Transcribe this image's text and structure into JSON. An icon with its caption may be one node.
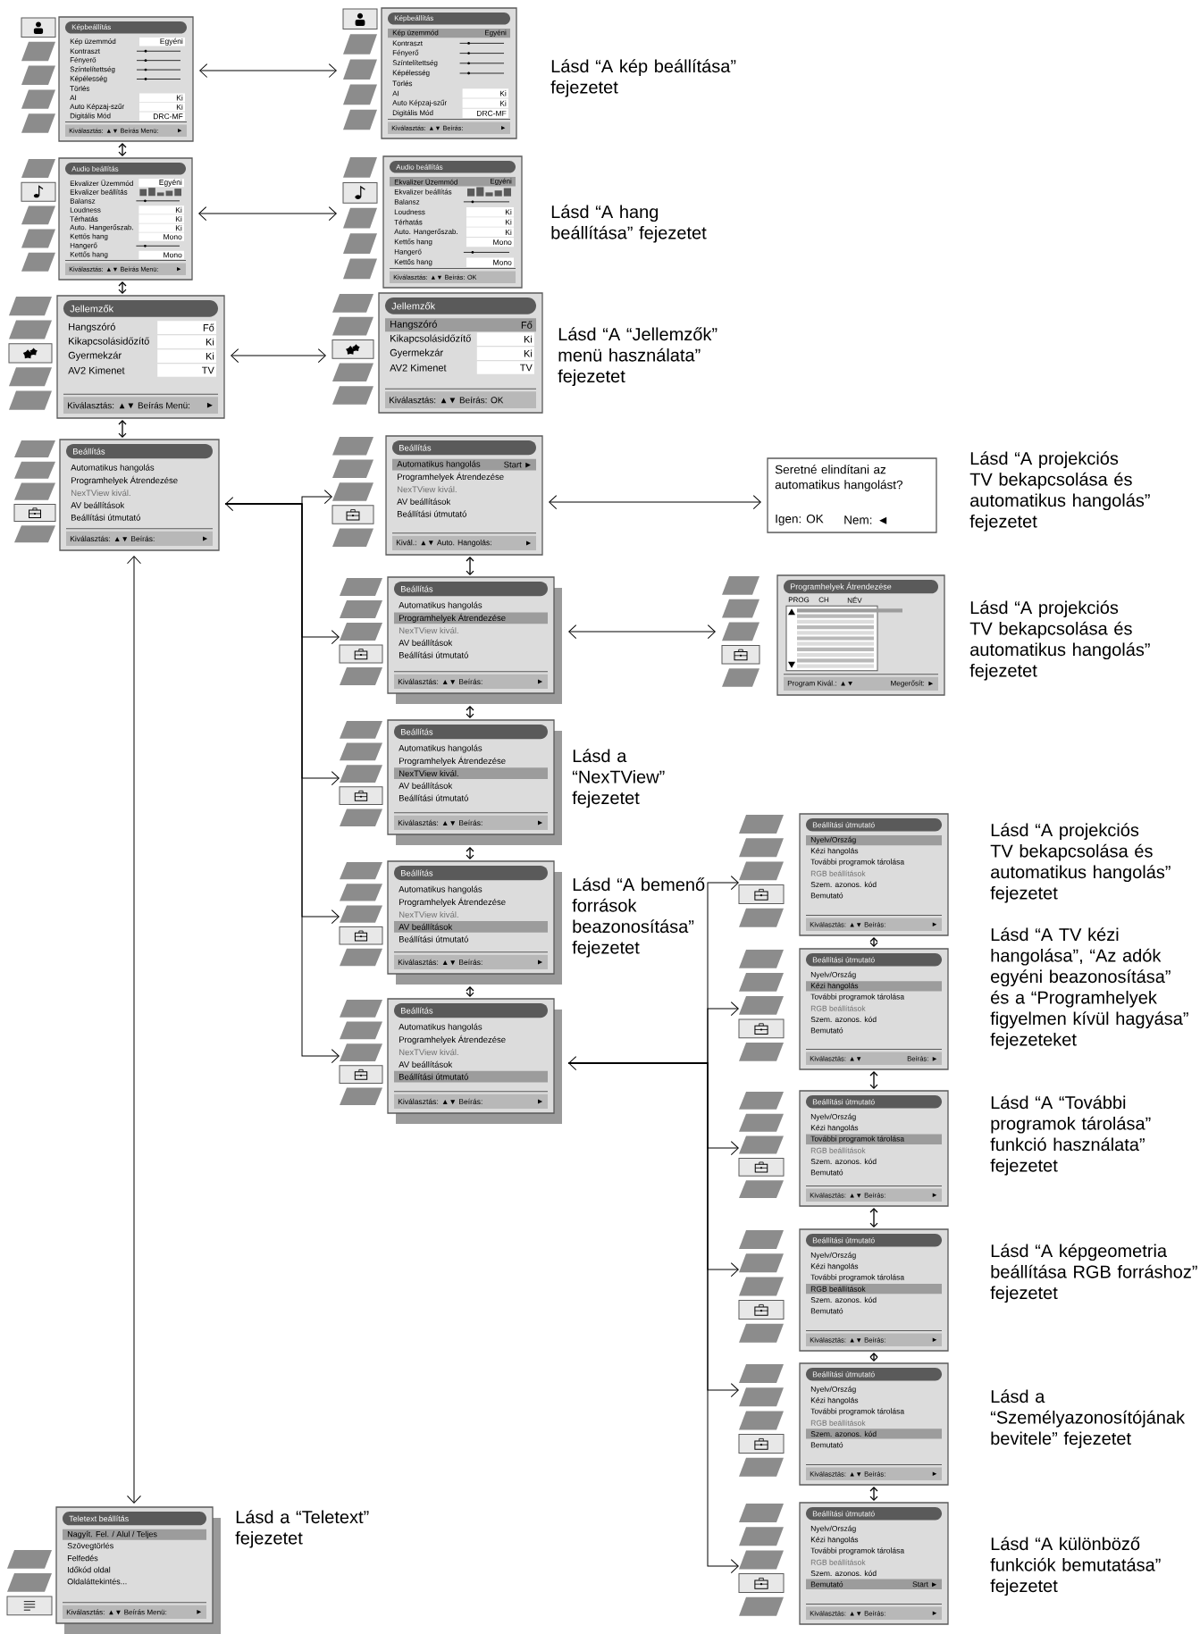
{
  "diagram": {
    "nodes": [
      {
        "text": [
          "Képbeállítás",
          "Kép üzemmód",
          "Egyéni",
          "Kontraszt",
          "Fényerő",
          "Színtelítettség",
          "Képélesség",
          "Törlés",
          "AI",
          "Ki",
          "Auto Képzaj-szűr",
          "Ki",
          "Digitális Mód",
          "DRC-MF",
          "Kiválasztás: ▲▼ Beírás Menü:",
          "►"
        ]
      },
      {
        "text": [
          "Képbeállítás",
          "Kép üzemmód",
          "Egyéni",
          "Kontraszt",
          "Fényerő",
          "Színtelítettség",
          "Képélesség",
          "Törlés",
          "AI",
          "Ki",
          "Auto Képzaj-szűr",
          "Ki",
          "Digitális Mód",
          "DRC-MF",
          "Kiválasztás: ▲▼ Beírás:",
          "►"
        ]
      },
      {
        "text": [
          "Audio beállítás",
          "Ekvalizer Üzemmód",
          "Egyéni",
          "Ekvalizer beállítás",
          "Balansz",
          "Loudness",
          "Ki",
          "Térhatás",
          "Ki",
          "Auto. Hangerőszab.",
          "Ki",
          "Kettős hang",
          "Mono",
          "Hangerő",
          "Kettős hang",
          "Mono",
          "Kiválasztás: ▲▼ Beírás Menü:",
          "►"
        ]
      },
      {
        "text": [
          "Audio beállítás",
          "Ekvalizer Üzemmód",
          "Egyéni",
          "Ekvalizer beállítás",
          "Balansz",
          "Loudness",
          "Ki",
          "Térhatás",
          "Ki",
          "Auto. Hangerőszab.",
          "Ki",
          "Kettős hang",
          "Mono",
          "Hangerő",
          "Kettős hang",
          "Mono",
          "Kiválasztás: ▲▼ Beírás: OK"
        ]
      },
      {
        "text": [
          "Jellemzők",
          "Hangszóró",
          "Fő",
          "Kikapcsolásidőzítő",
          "Ki",
          "Gyermekzár",
          "Ki",
          "AV2 Kimenet",
          "TV",
          "Kiválasztás: ▲▼ Beírás Menü:",
          "►"
        ]
      },
      {
        "text": [
          "Jellemzők",
          "Hangszóró",
          "Fő",
          "Kikapcsolásidőzítő",
          "Ki",
          "Gyermekzár",
          "Ki",
          "AV2 Kimenet",
          "TV",
          "Kiválasztás: ▲▼ Beírás: OK"
        ]
      },
      {
        "text": [
          "Beállítás",
          "Automatikus hangolás",
          "Programhelyek Átrendezése",
          "NexTView kivál.",
          "AV beállítások",
          "Beállítási útmutató",
          "Kiválasztás: ▲▼ Beírás:",
          "►"
        ]
      },
      {
        "text": [
          "Beállítás",
          "Automatikus hangolás",
          "Start ►",
          "Programhelyek Átrendezése",
          "NexTView kivál.",
          "AV beállítások",
          "Beállítási útmutató",
          "Kivál.: ▲▼ Auto. Hangolás:",
          "►"
        ]
      },
      {
        "text": [
          "Seretné elindítani az automatikus hangolást?",
          "Igen: OK",
          "Nem: ◄"
        ]
      },
      {
        "text": [
          "Beállítás",
          "Automatikus hangolás",
          "Programhelyek Átrendezése",
          "NexTView kivál.",
          "AV beállítások",
          "Beállítási útmutató",
          "Kiválasztás: ▲▼ Beírás:",
          "►"
        ]
      },
      {
        "text": [
          "Programhelyek Átrendezése",
          "PROG",
          "CH",
          "NÉV",
          "Program Kivál.: ▲▼",
          "Megerősít: ►"
        ]
      },
      {
        "text": [
          "Beállítás",
          "Automatikus hangolás",
          "Programhelyek Átrendezése",
          "NexTView kivál.",
          "AV beállítások",
          "Beállítási útmutató",
          "Kiválasztás: ▲▼ Beírás:",
          "►"
        ]
      },
      {
        "text": [
          "Beállítás",
          "Automatikus hangolás",
          "Programhelyek Átrendezése",
          "NexTView kivál.",
          "AV beállítások",
          "Beállítási útmutató",
          "Kiválasztás: ▲▼ Beírás:",
          "►"
        ]
      },
      {
        "text": [
          "Beállítás",
          "Automatikus hangolás",
          "Programhelyek Átrendezése",
          "NexTView kivál.",
          "AV beállítások",
          "Beállítási útmutató",
          "Kiválasztás: ▲▼ Beírás:",
          "►"
        ]
      },
      {
        "text": [
          "Beállítási útmutató",
          "Nyelv/Ország",
          "Kézi hangolás",
          "További programok tárolása",
          "RGB beállítások",
          "Szem. azonos. kód",
          "Bemutató",
          "Kiválasztás: ▲▼ Beírás:",
          "►"
        ]
      },
      {
        "text": [
          "Beállítási útmutató",
          "Nyelv/Ország",
          "Kézi hangolás",
          "További programok tárolása",
          "RGB beállítások",
          "Szem. azonos. kód",
          "Bemutató",
          "Kiválasztás: ▲▼",
          "Beírás: ►"
        ]
      },
      {
        "text": [
          "Beállítási útmutató",
          "Nyelv/Ország",
          "Kézi hangolás",
          "További programok tárolása",
          "RGB beállítások",
          "Szem. azonos. kód",
          "Bemutató",
          "Kiválasztás: ▲▼ Beírás:",
          "►"
        ]
      },
      {
        "text": [
          "Beállítási útmutató",
          "Nyelv/Ország",
          "Kézi hangolás",
          "További programok tárolása",
          "RGB beállítások",
          "Szem. azonos. kód",
          "Bemutató",
          "Kiválasztás: ▲▼ Beírás:",
          "►"
        ]
      },
      {
        "text": [
          "Beállítási útmutató",
          "Nyelv/Ország",
          "Kézi hangolás",
          "További programok tárolása",
          "RGB beállítások",
          "Szem. azonos. kód",
          "Bemutató",
          "Kiválasztás: ▲▼ Beírás:",
          "►"
        ]
      },
      {
        "text": [
          "Beállítási útmutató",
          "Nyelv/Ország",
          "Kézi hangolás",
          "További programok tárolása",
          "RGB beállítások",
          "Szem. azonos. kód",
          "Bemutató",
          "Start ►",
          "Kiválasztás: ▲▼ Beírás:",
          "►"
        ]
      },
      {
        "text": [
          "Teletext beállítás",
          "Nagyít. Fel. / Alul / Teljes",
          "Szövegtörlés",
          "Felfedés",
          "Időkód oldal",
          "Oldaláttekintés...",
          "Kiválasztás: ▲▼ Beírás Menü:",
          "►"
        ]
      }
    ],
    "edges": [
      {
        "from": 0,
        "to": 1,
        "arrow": "both"
      },
      {
        "from": 2,
        "to": 3,
        "arrow": "both"
      },
      {
        "from": 4,
        "to": 5,
        "arrow": "both"
      },
      {
        "from": 6,
        "to": 7,
        "arrow": "both"
      },
      {
        "from": 6,
        "to": 9,
        "arrow": "to"
      },
      {
        "from": 6,
        "to": 11,
        "arrow": "to"
      },
      {
        "from": 6,
        "to": 12,
        "arrow": "to"
      },
      {
        "from": 6,
        "to": 13,
        "arrow": "to"
      },
      {
        "from": 7,
        "to": 8,
        "arrow": "both"
      },
      {
        "from": 9,
        "to": 10,
        "arrow": "both"
      },
      {
        "from": 13,
        "to": 14,
        "arrow": "both"
      },
      {
        "from": 13,
        "to": 15,
        "arrow": "to"
      },
      {
        "from": 13,
        "to": 16,
        "arrow": "to"
      },
      {
        "from": 13,
        "to": 17,
        "arrow": "to"
      },
      {
        "from": 13,
        "to": 18,
        "arrow": "to"
      },
      {
        "from": 13,
        "to": 19,
        "arrow": "to"
      },
      {
        "from": 6,
        "to": 20,
        "arrow": "both"
      },
      {
        "from": 0,
        "to": 2,
        "arrow": "both"
      },
      {
        "from": 2,
        "to": 4,
        "arrow": "both"
      },
      {
        "from": 4,
        "to": 6,
        "arrow": "both"
      },
      {
        "from": 7,
        "to": 9,
        "arrow": "both"
      },
      {
        "from": 9,
        "to": 11,
        "arrow": "both"
      },
      {
        "from": 11,
        "to": 12,
        "arrow": "both"
      },
      {
        "from": 12,
        "to": 13,
        "arrow": "both"
      },
      {
        "from": 14,
        "to": 15,
        "arrow": "both"
      },
      {
        "from": 15,
        "to": 16,
        "arrow": "both"
      },
      {
        "from": 16,
        "to": 17,
        "arrow": "both"
      },
      {
        "from": 17,
        "to": 18,
        "arrow": "both"
      },
      {
        "from": 18,
        "to": 19,
        "arrow": "both"
      }
    ],
    "labels": [
      "Lásd “A kép beállítása” fejezetet",
      "Lásd “A hang beállítása” fejezetet",
      "Lásd “A “Jellemzők” menü használata” fejezetet",
      "Lásd “A projekciós TV bekapcsolása és automatikus hangolás” fejezetet",
      "Lásd “A projekciós TV bekapcsolása és automatikus hangolás” fejezetet",
      "Lásd a “NexTView” fejezetet",
      "Lásd “A projekciós TV bekapcsolása és automatikus hangolás” fejezetet",
      "Lásd “A bemenő források beazonosítása” fejezetet",
      "Lásd “A TV kézi hangolása”, “Az adók egyéni beazonosítása” és a “Programhelyek figyelmen kívül hagyása” fejezeteket",
      "Lásd “A “További programok tárolása” funkció használata” fejezetet",
      "Lásd “A képgeometria beállítása RGB forráshoz” fejezetet",
      "Lásd a “Személyazonosítójának bevitele” fejezetet",
      "Lásd a “Teletext” fejezetet",
      "Lásd “A különböző funkciók bemutatása” fejezetet"
    ]
  }
}
